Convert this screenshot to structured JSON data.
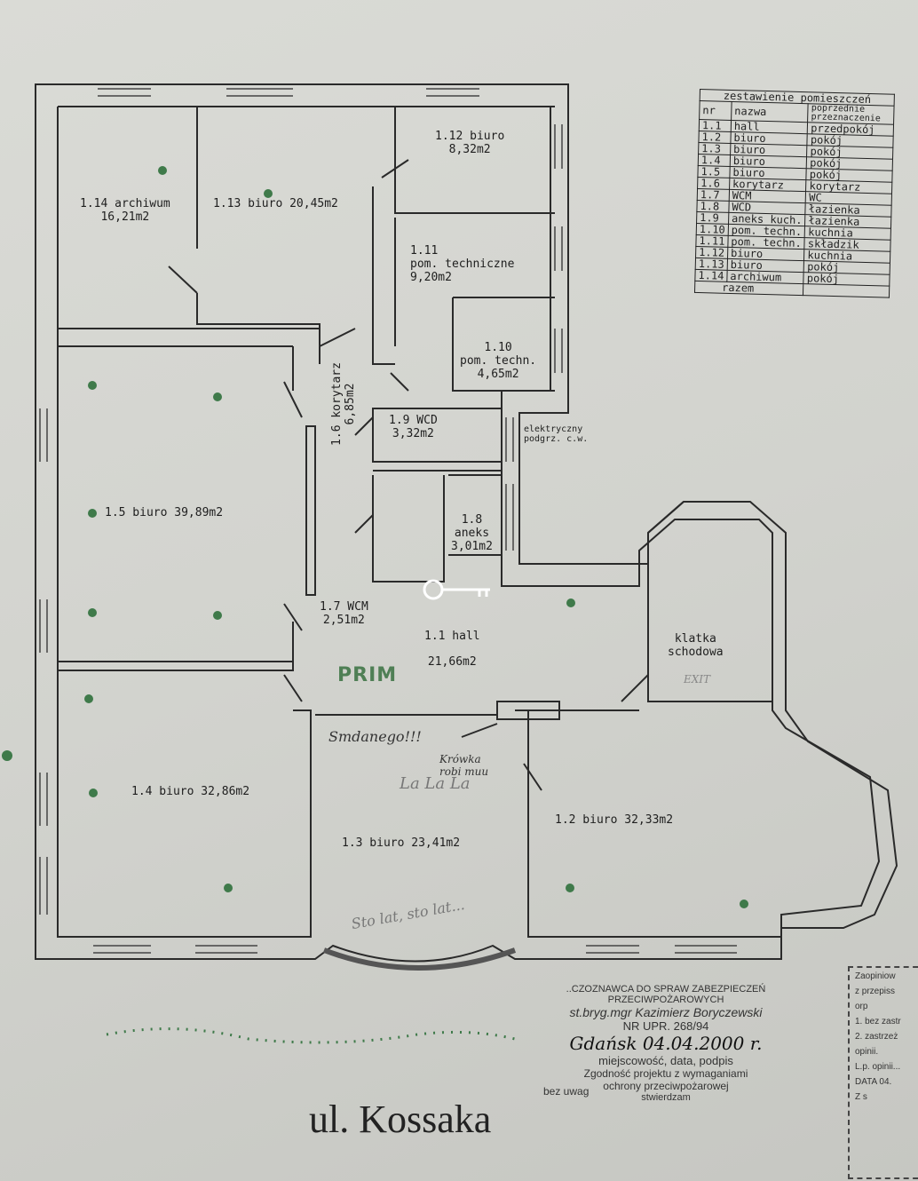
{
  "rooms": [
    {
      "id": "1.14",
      "name": "1.14 archiwum",
      "area": "16,21m2"
    },
    {
      "id": "1.13",
      "name": "1.13 biuro 20,45m2"
    },
    {
      "id": "1.12",
      "name": "1.12 biuro",
      "area": "8,32m2"
    },
    {
      "id": "1.11",
      "name": "1.11",
      "sub": "pom. techniczne",
      "area": "9,20m2"
    },
    {
      "id": "1.10",
      "name": "1.10",
      "sub": "pom. techn.",
      "area": "4,65m2"
    },
    {
      "id": "1.9",
      "name": "1.9 WCD",
      "area": "3,32m2"
    },
    {
      "id": "1.6",
      "name": "1.6 korytarz",
      "area": "6,85m2"
    },
    {
      "id": "1.5",
      "name": "1.5 biuro  39,89m2"
    },
    {
      "id": "1.8",
      "name": "1.8",
      "sub": "aneks",
      "area": "3,01m2"
    },
    {
      "id": "1.7",
      "name": "1.7 WCM",
      "area": "2,51m2"
    },
    {
      "id": "1.1",
      "name": "1.1 hall",
      "area": "21,66m2"
    },
    {
      "id": "stair",
      "name": "klatka",
      "sub": "schodowa"
    },
    {
      "id": "1.4",
      "name": "1.4 biuro  32,86m2"
    },
    {
      "id": "1.3",
      "name": "1.3 biuro 23,41m2"
    },
    {
      "id": "1.2",
      "name": "1.2 biuro 32,33m2"
    }
  ],
  "annotations": {
    "electric": "elektryczny",
    "electric2": "podgrz. c.w.",
    "prim": "PRIM",
    "hand1": "Smdanego!!!",
    "hand2": "Krówka robi muu",
    "hand3": "La La La",
    "hand4": "Sto lat, sto lat...",
    "exit": "EXIT"
  },
  "legend": {
    "title": "zestawienie pomieszczeń",
    "headers": [
      "nr",
      "nazwa",
      "poprzednie przeznaczenie"
    ],
    "rows": [
      [
        "1.1",
        "hall",
        "przedpokój"
      ],
      [
        "1.2",
        "biuro",
        "pokój"
      ],
      [
        "1.3",
        "biuro",
        "pokój"
      ],
      [
        "1.4",
        "biuro",
        "pokój"
      ],
      [
        "1.5",
        "biuro",
        "pokój"
      ],
      [
        "1.6",
        "korytarz",
        "korytarz"
      ],
      [
        "1.7",
        "WCM",
        "WC"
      ],
      [
        "1.8",
        "WCD",
        "łazienka"
      ],
      [
        "1.9",
        "aneks kuch.",
        "łazienka"
      ],
      [
        "1.10",
        "pom. techn.",
        "kuchnia"
      ],
      [
        "1.11",
        "pom. techn.",
        "składzik"
      ],
      [
        "1.12",
        "biuro",
        "kuchnia"
      ],
      [
        "1.13",
        "biuro",
        "pokój"
      ],
      [
        "1.14",
        "archiwum",
        "pokój"
      ]
    ],
    "total": "razem"
  },
  "stamp": {
    "line1": "..CZOZNAWCA DO SPRAW ZABEZPIECZEŃ",
    "line2": "PRZECIWPOŻAROWYCH",
    "line3": "st.bryg.mgr Kazimierz Boryczewski",
    "line4": "NR UPR. 268/94",
    "signature": "Gdańsk 04.04.2000 r.",
    "line5": "miejscowość, data, podpis",
    "line6": "Zgodność projektu z wymaganiami",
    "line7": "ochrony przeciwpożarowej",
    "line8": "stwierdzam",
    "line9": "bez uwag"
  },
  "side_box": {
    "l1": "Zaopiniow",
    "l2": "z przepiss",
    "l3": "orp",
    "l4": "1. bez zastr",
    "l5": "2. zastrzeż",
    "l6": "opinii.",
    "l7": "L.p. opinii...",
    "l8": "DATA 04.",
    "l9": "Z s"
  },
  "street": "ul. Kossaka"
}
